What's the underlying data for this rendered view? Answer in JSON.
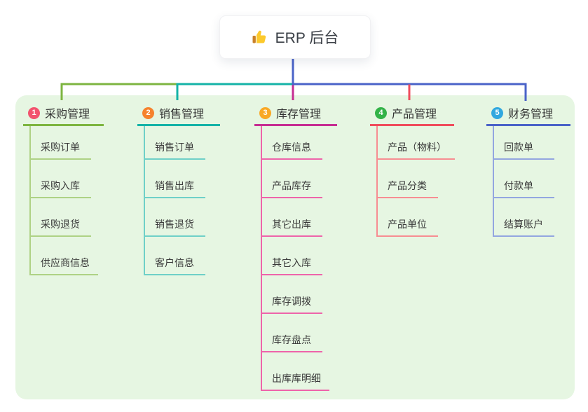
{
  "root": {
    "label": "ERP 后台",
    "icon": "thumbs-up-icon"
  },
  "canvas": {
    "background": "#ffffff",
    "panel_color": "#e6f6e2",
    "root_connector_color": "#4a63c8",
    "text_color": "#363b42"
  },
  "branches": [
    {
      "index": "1",
      "label": "采购管理",
      "color": "#7db540",
      "light_color": "#aed285",
      "badge_color": "#f2536e",
      "children": [
        "采购订单",
        "采购入库",
        "采购退货",
        "供应商信息"
      ]
    },
    {
      "index": "2",
      "label": "销售管理",
      "color": "#14b3a7",
      "light_color": "#6fd0c8",
      "badge_color": "#f6822d",
      "children": [
        "销售订单",
        "销售出库",
        "销售退货",
        "客户信息"
      ]
    },
    {
      "index": "3",
      "label": "库存管理",
      "color": "#c62d92",
      "light_color": "#ee64aa",
      "badge_color": "#f9a825",
      "children": [
        "仓库信息",
        "产品库存",
        "其它出库",
        "其它入库",
        "库存调拨",
        "库存盘点",
        "出库库明细"
      ]
    },
    {
      "index": "4",
      "label": "产品管理",
      "color": "#ef4c5c",
      "light_color": "#f78d92",
      "badge_color": "#33b348",
      "children": [
        "产品（物料）",
        "产品分类",
        "产品单位"
      ]
    },
    {
      "index": "5",
      "label": "财务管理",
      "color": "#4a63c8",
      "light_color": "#93a6e0",
      "badge_color": "#31a8df",
      "children": [
        "回款单",
        "付款单",
        "结算账户"
      ]
    }
  ]
}
